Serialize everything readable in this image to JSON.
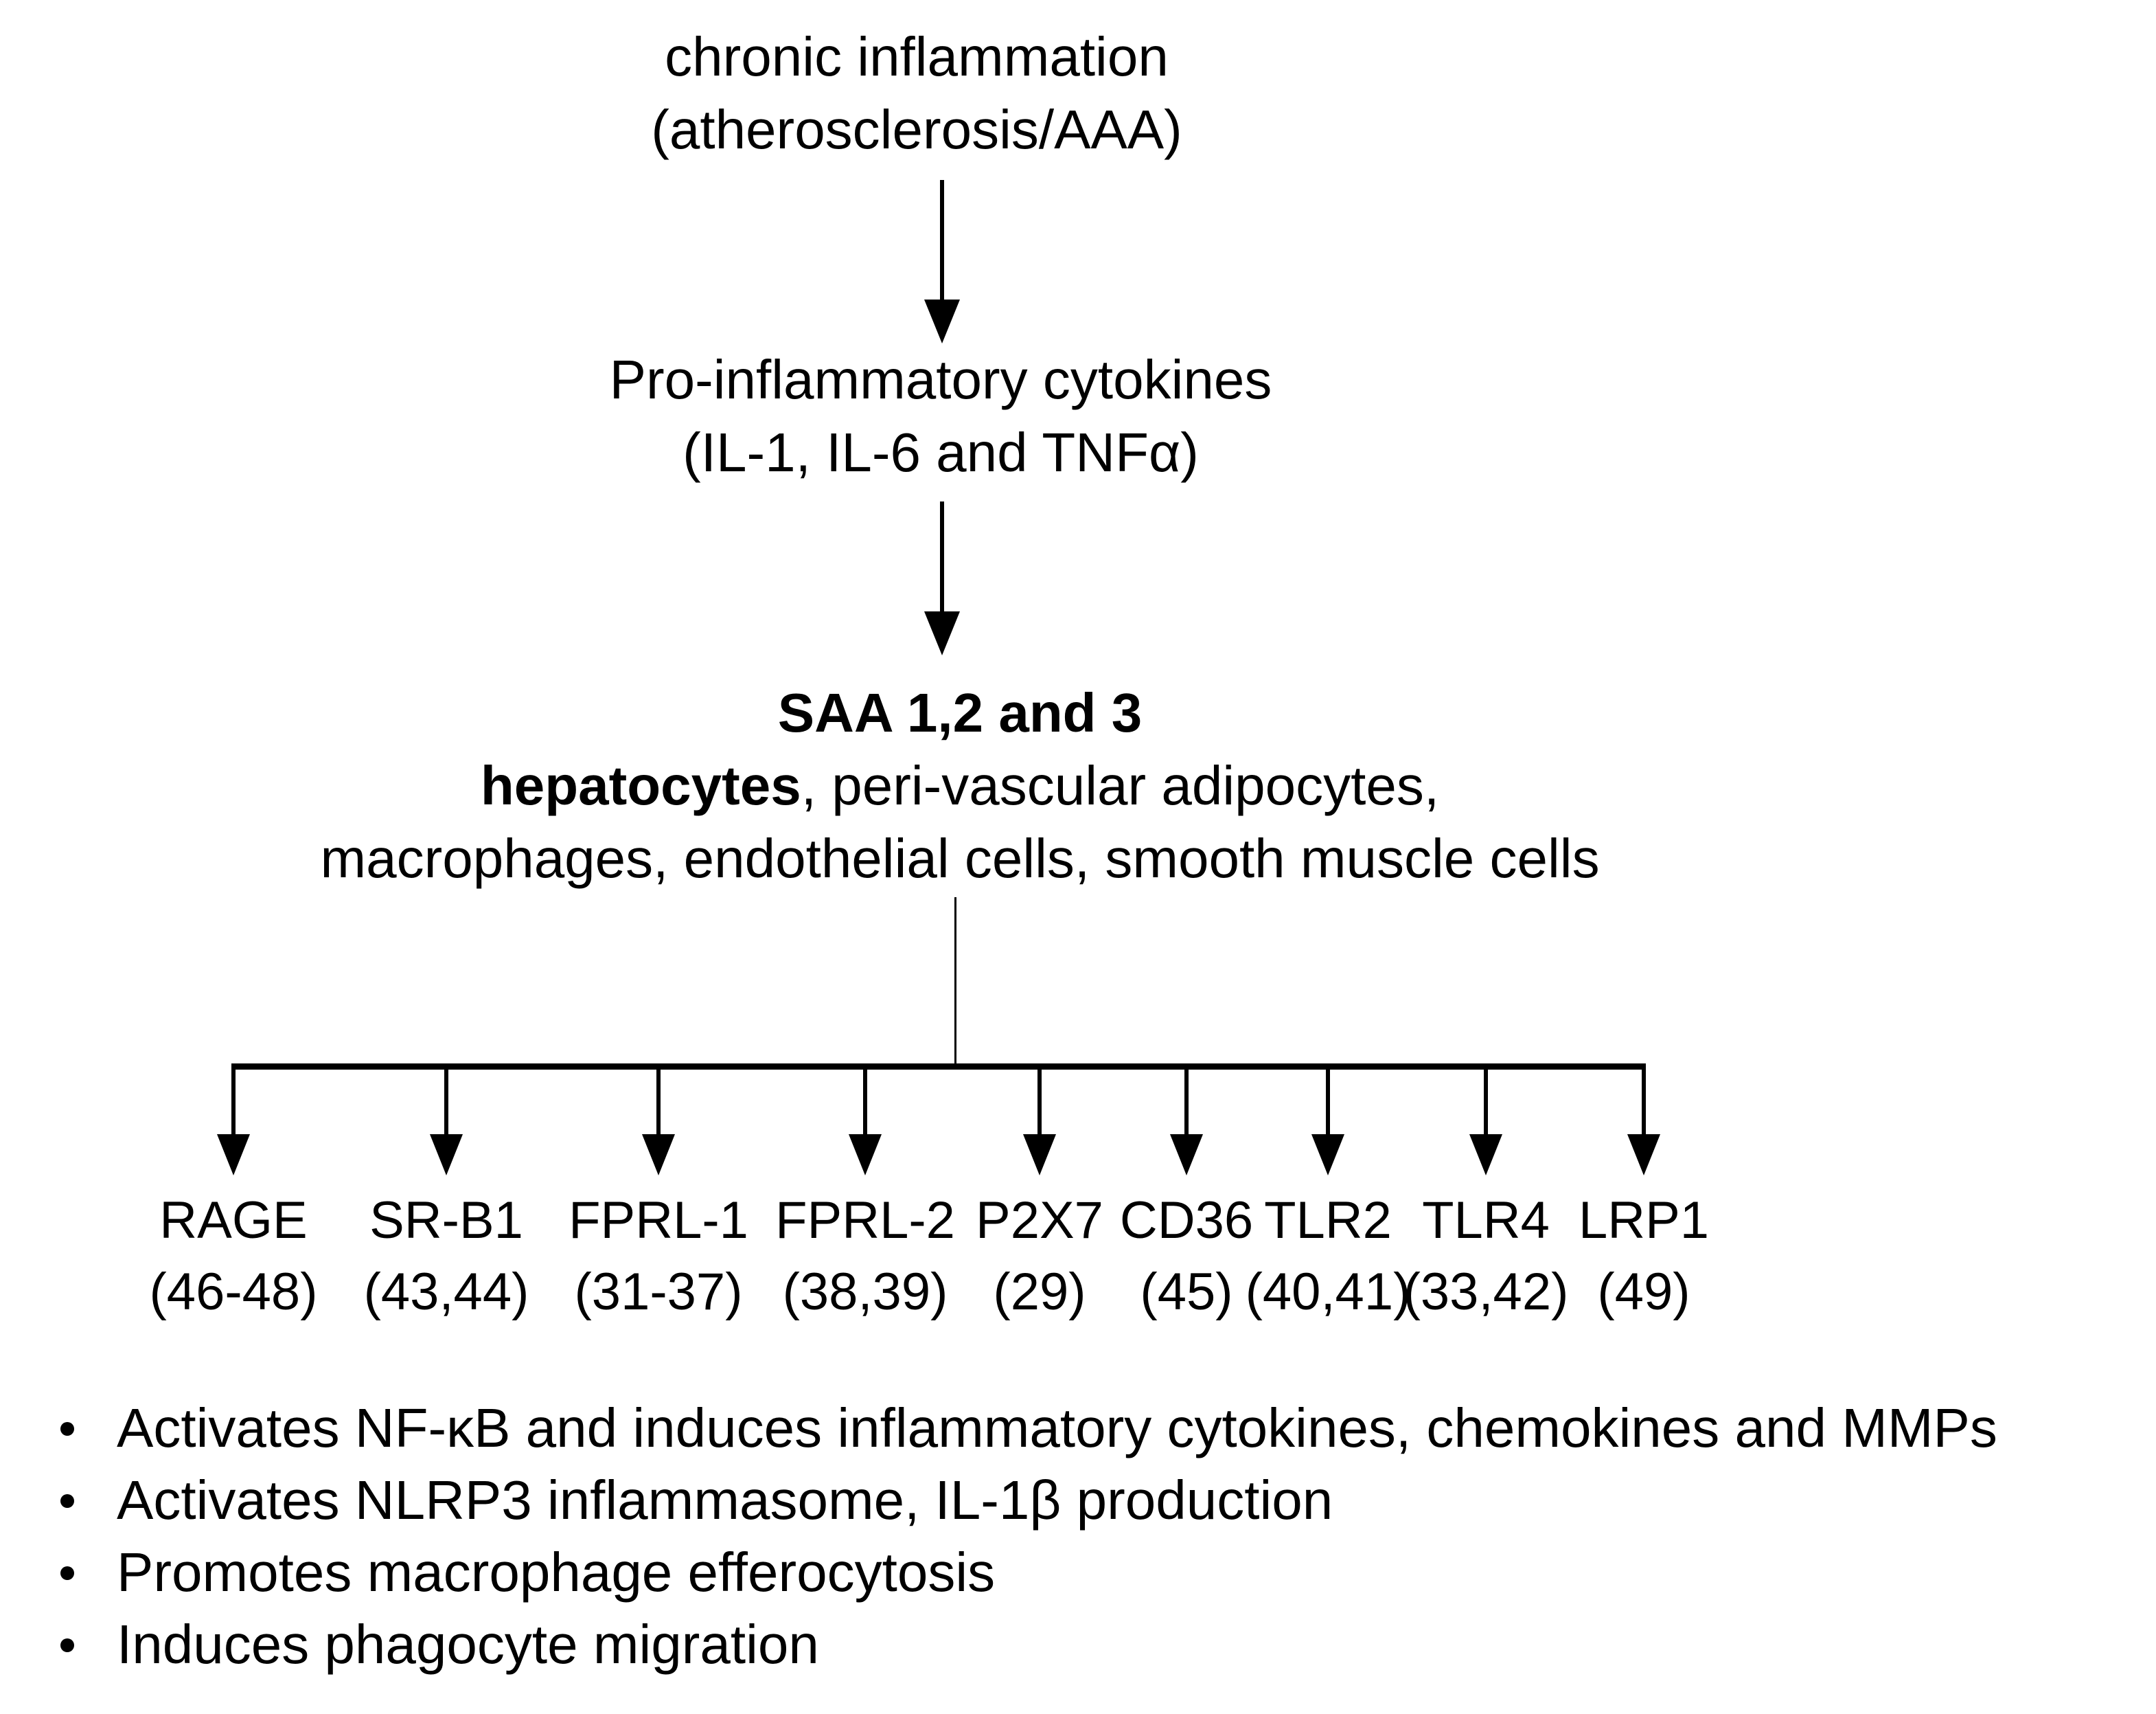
{
  "colors": {
    "ink": "#000000",
    "background": "#ffffff"
  },
  "nodes": {
    "chronic": {
      "line1": "chronic inflammation",
      "line2": "(atherosclerosis/AAA)"
    },
    "cytokines": {
      "line1": "Pro-inflammatory cytokines",
      "line2": "(IL-1, IL-6 and TNFα)"
    },
    "saa": {
      "line1": "SAA 1,2 and 3",
      "line2_bold": "hepatocytes",
      "line2_rest": ", peri-vascular adipocytes,",
      "line3": "macrophages, endothelial cells, smooth muscle cells"
    }
  },
  "receptors": [
    {
      "name": "RAGE",
      "refs": "(46-48)"
    },
    {
      "name": "SR-B1",
      "refs": "(43,44)"
    },
    {
      "name": "FPRL-1",
      "refs": "(31-37)"
    },
    {
      "name": "FPRL-2",
      "refs": "(38,39)"
    },
    {
      "name": "P2X7",
      "refs": "(29)"
    },
    {
      "name": "CD36",
      "refs": "(45)"
    },
    {
      "name": "TLR2",
      "refs": "(40,41)"
    },
    {
      "name": "TLR4",
      "refs": "(33,42)"
    },
    {
      "name": "LRP1",
      "refs": "(49)"
    }
  ],
  "bullets": [
    "Activates NF-κB and induces inflammatory cytokines, chemokines and MMPs",
    "Activates NLRP3 inflammasome, IL-1β production",
    "Promotes macrophage efferocytosis",
    "Induces phagocyte migration"
  ]
}
